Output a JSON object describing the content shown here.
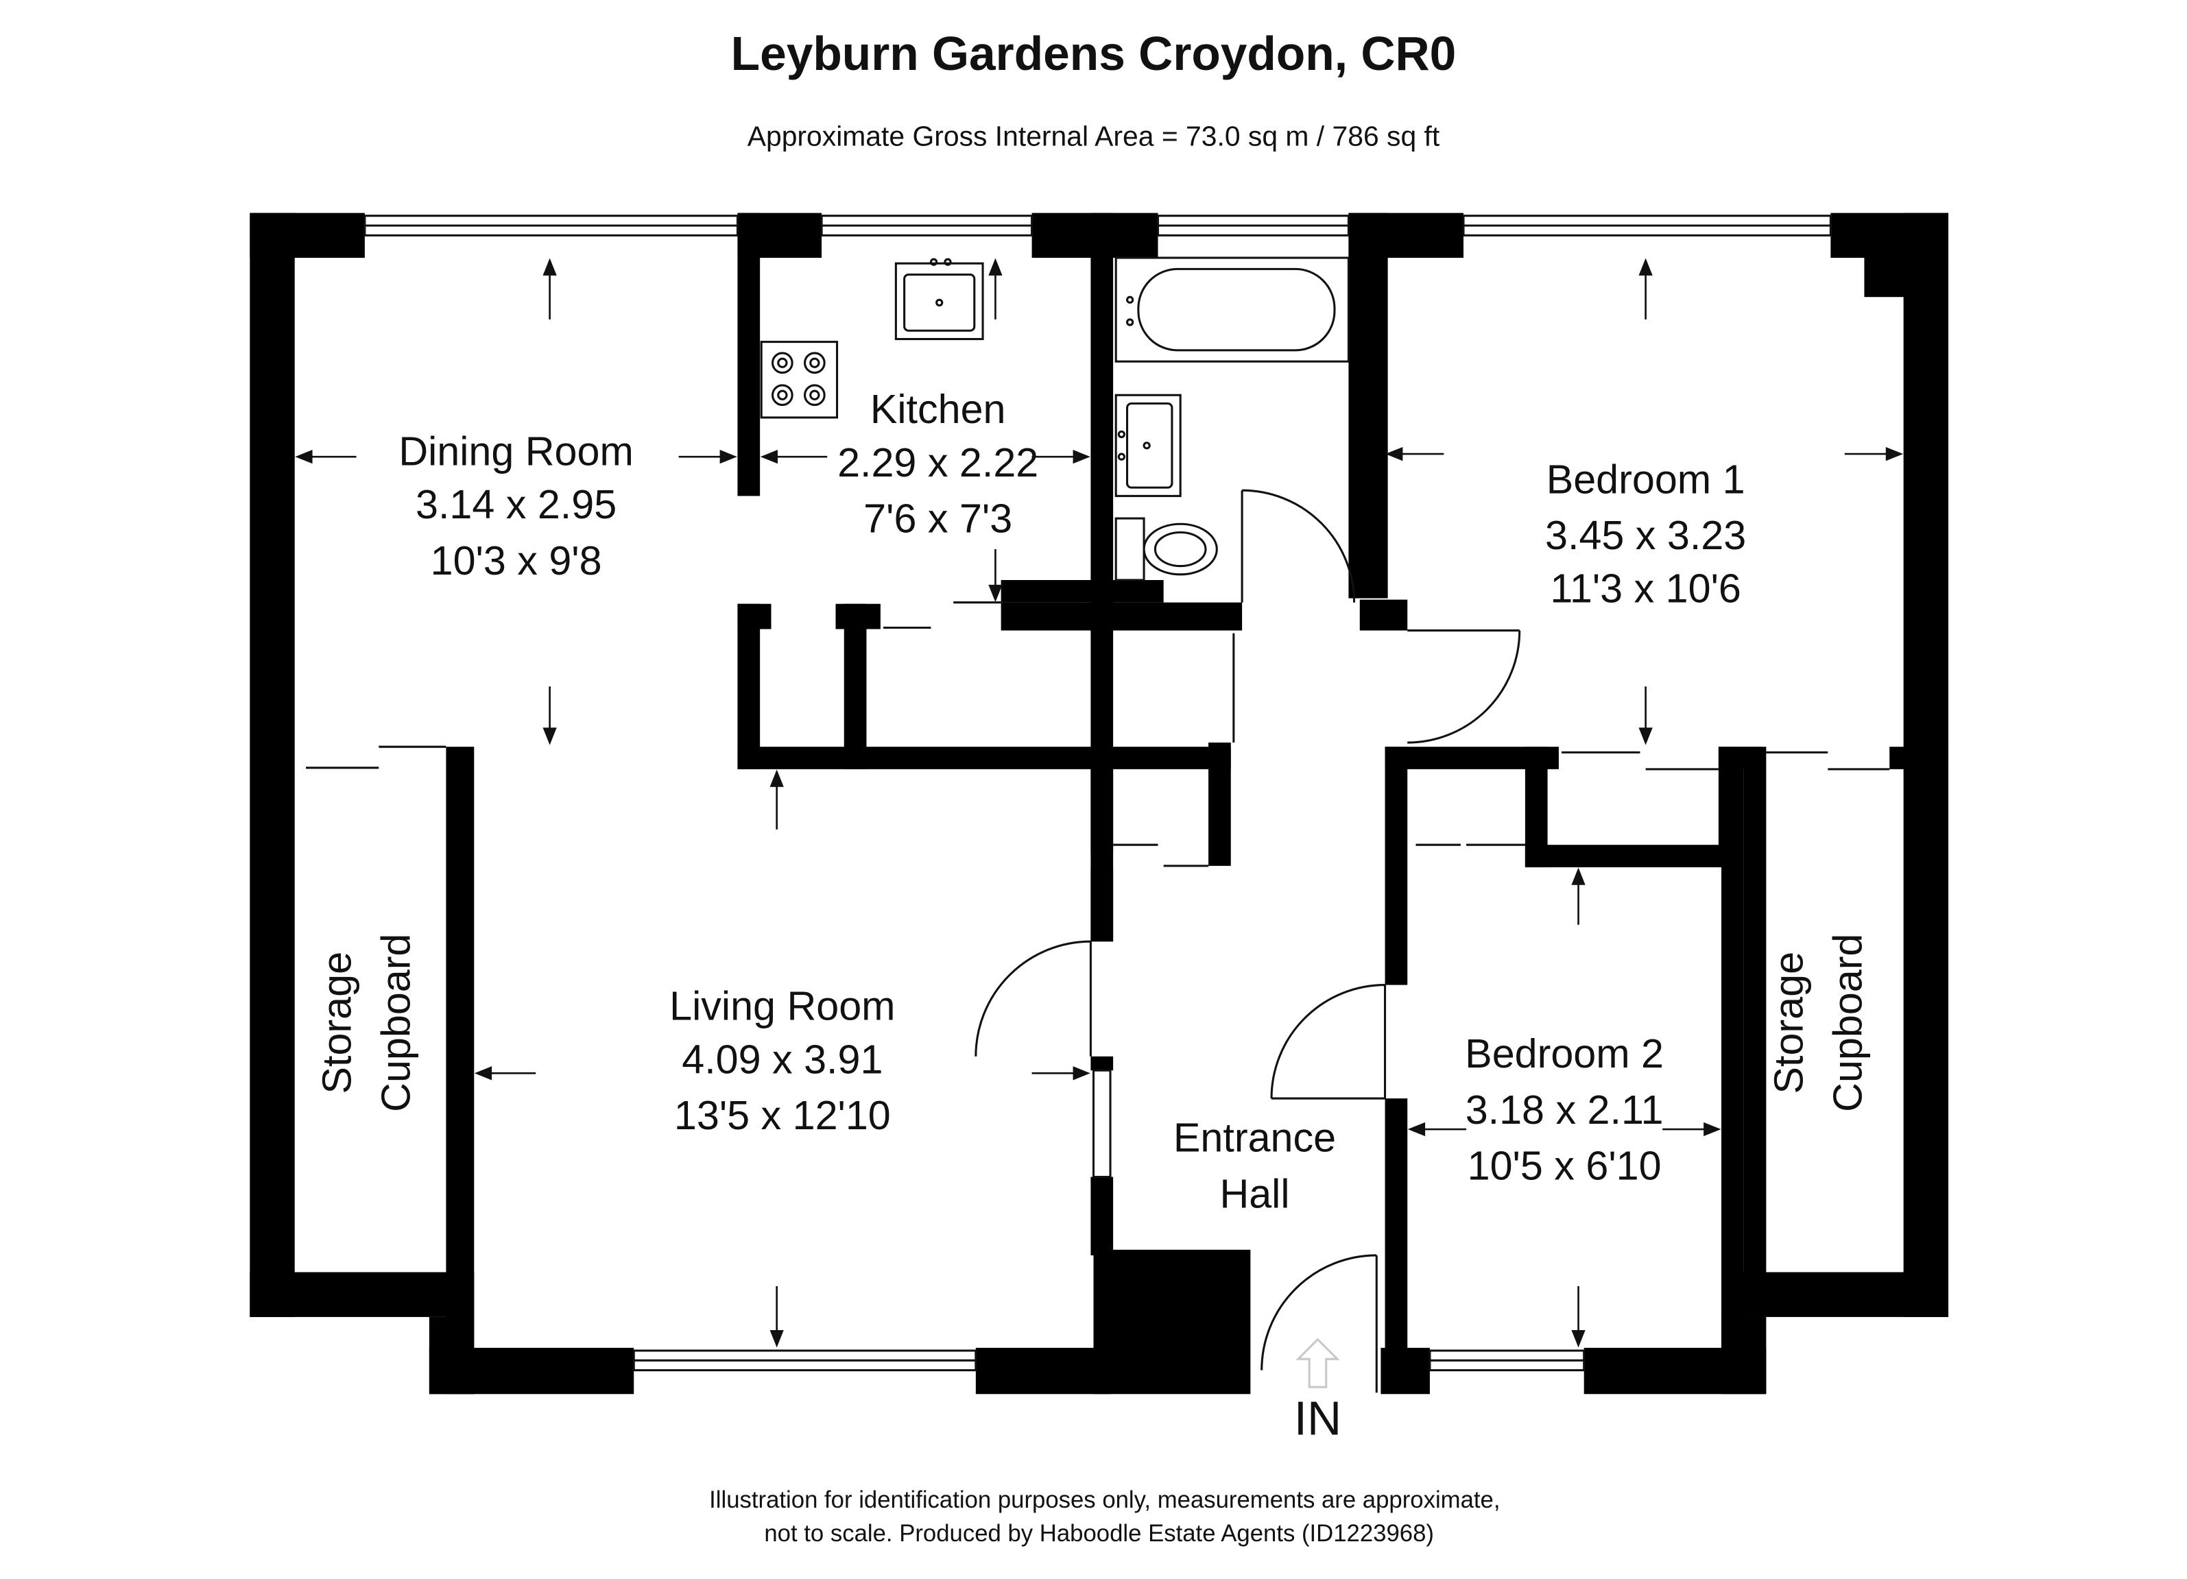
{
  "title": "Leyburn Gardens Croydon, CR0",
  "subtitle": "Approximate Gross Internal Area = 73.0 sq m / 786 sq ft",
  "rooms": {
    "dining": {
      "name": "Dining Room",
      "metric": "3.14 x 2.95",
      "imperial": "10'3 x 9'8"
    },
    "kitchen": {
      "name": "Kitchen",
      "metric": "2.29 x 2.22",
      "imperial": "7'6 x 7'3"
    },
    "bedroom1": {
      "name": "Bedroom 1",
      "metric": "3.45 x 3.23",
      "imperial": "11'3 x 10'6"
    },
    "living": {
      "name": "Living Room",
      "metric": "4.09 x 3.91",
      "imperial": "13'5 x 12'10"
    },
    "bedroom2": {
      "name": "Bedroom 2",
      "metric": "3.18 x 2.11",
      "imperial": "10'5 x 6'10"
    },
    "hall": {
      "line1": "Entrance",
      "line2": "Hall"
    },
    "storage_left": {
      "line1": "Storage",
      "line2": "Cupboard"
    },
    "storage_right": {
      "line1": "Storage",
      "line2": "Cupboard"
    }
  },
  "entrance_label": "IN",
  "footer": {
    "line1": "Illustration for identification purposes only, measurements are approximate,",
    "line2": "not to scale. Produced by Haboodle Estate Agents (ID1223968)"
  },
  "colors": {
    "wall": "#000000",
    "line": "#111111",
    "background": "#ffffff",
    "arrow_in": "#c8c8c8"
  }
}
